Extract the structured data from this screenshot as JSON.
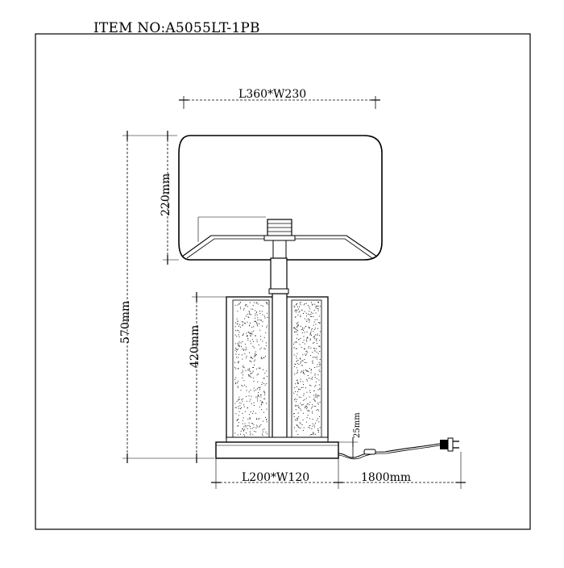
{
  "item_number": "ITEM NO:A5055LT-1PB",
  "dimensions": {
    "shade": "L360*W230",
    "shade_height": "220mm",
    "total_height": "570mm",
    "base_height": "420mm",
    "plinth_height": "25mm",
    "base": "L200*W120",
    "cord_length": "1800mm"
  }
}
